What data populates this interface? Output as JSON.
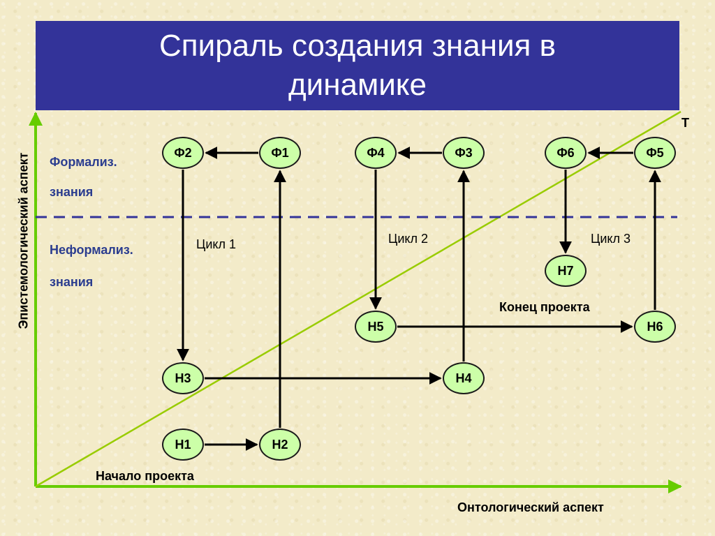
{
  "title": "Спираль создания знания в динамике",
  "y_axis_label": "Эпистемологический аспект",
  "x_axis_label": "Онтологический аспект",
  "t_label": "Т",
  "zones": {
    "formal_line1": "Формализ.",
    "formal_line2": "знания",
    "informal_line1": "Неформализ.",
    "informal_line2": "знания"
  },
  "cycles": [
    "Цикл 1",
    "Цикл 2",
    "Цикл 3"
  ],
  "project": {
    "start": "Начало проекта",
    "end": "Конец проекта"
  },
  "nodes": {
    "f1": "Ф1",
    "f2": "Ф2",
    "f3": "Ф3",
    "f4": "Ф4",
    "f5": "Ф5",
    "f6": "Ф6",
    "n1": "Н1",
    "n2": "Н2",
    "n3": "Н3",
    "n4": "Н4",
    "n5": "Н5",
    "n6": "Н6",
    "n7": "Н7"
  },
  "edges": [
    [
      "n1",
      "n2"
    ],
    [
      "n2",
      "f1"
    ],
    [
      "f1",
      "f2"
    ],
    [
      "f2",
      "n3"
    ],
    [
      "n3",
      "n4"
    ],
    [
      "n4",
      "f3"
    ],
    [
      "f3",
      "f4"
    ],
    [
      "f4",
      "n5"
    ],
    [
      "n5",
      "n6"
    ],
    [
      "n6",
      "f5"
    ],
    [
      "f5",
      "f6"
    ],
    [
      "f6",
      "n7"
    ]
  ],
  "colors": {
    "title_bg": "#333399",
    "axis": "#66cc00",
    "diagonal": "#99cc00",
    "divider": "#333399",
    "node_fill": "#ccffa8",
    "zone_text": "#2b3d8f"
  }
}
